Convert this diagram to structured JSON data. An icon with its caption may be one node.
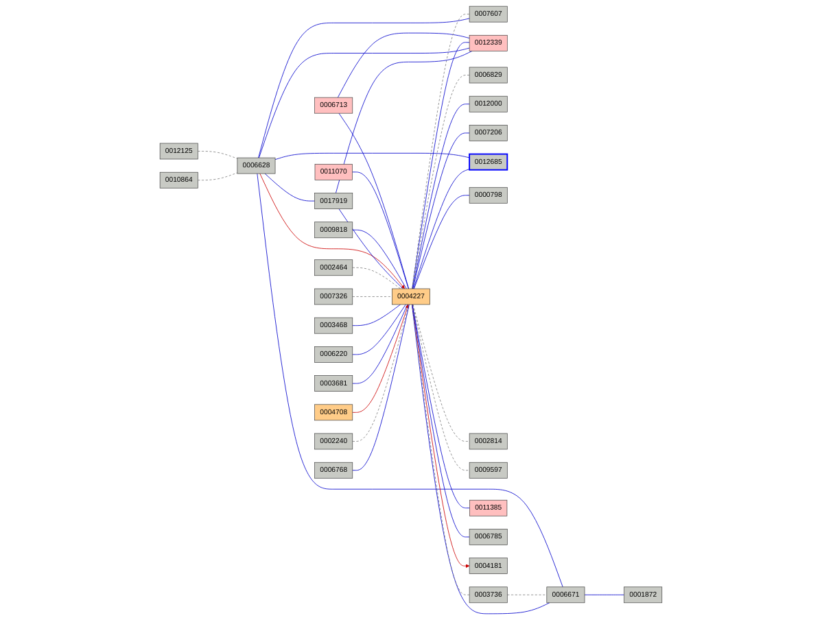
{
  "diagram": {
    "nodes": [
      {
        "text": [
          "0012125"
        ]
      },
      {
        "text": [
          "0006713"
        ]
      },
      {
        "text": [
          "0009818"
        ]
      },
      {
        "text": [
          "0010864"
        ]
      },
      {
        "text": [
          "0011070"
        ]
      },
      {
        "text": [
          "0007607"
        ]
      },
      {
        "text": [
          "0006628"
        ]
      },
      {
        "text": [
          "0002464"
        ]
      },
      {
        "text": [
          "0012339"
        ]
      },
      {
        "text": [
          "0006829"
        ]
      },
      {
        "text": [
          "0007326"
        ]
      },
      {
        "text": [
          "0017919"
        ]
      },
      {
        "text": [
          "0012000"
        ]
      },
      {
        "text": [
          "0007206"
        ]
      },
      {
        "text": [
          "0004227"
        ]
      },
      {
        "text": [
          "0003468"
        ]
      },
      {
        "text": [
          "0012685"
        ]
      },
      {
        "text": [
          "0006671"
        ]
      },
      {
        "text": [
          "0001872"
        ]
      },
      {
        "text": [
          "0000798"
        ]
      },
      {
        "text": [
          "0006220"
        ]
      },
      {
        "text": [
          "0002814"
        ]
      },
      {
        "text": [
          "0009597"
        ]
      },
      {
        "text": [
          "0003736"
        ]
      },
      {
        "text": [
          "0011385"
        ]
      },
      {
        "text": [
          "0006785"
        ]
      },
      {
        "text": [
          "0003681"
        ]
      },
      {
        "text": [
          "0004708"
        ]
      },
      {
        "text": [
          "0004181"
        ]
      },
      {
        "text": [
          "0006768"
        ]
      },
      {
        "text": [
          "0002240"
        ]
      }
    ],
    "edges": [
      {
        "from": 0,
        "to": 6,
        "arrow": "none",
        "style": "dashed",
        "color": "#808080"
      },
      {
        "from": 3,
        "to": 6,
        "arrow": "none",
        "style": "dashed",
        "color": "#808080"
      },
      {
        "from": 1,
        "to": 8,
        "arrow": "none"
      },
      {
        "from": 1,
        "to": 14,
        "arrow": "none"
      },
      {
        "from": 8,
        "to": 14,
        "arrow": "none"
      },
      {
        "from": 4,
        "to": 14,
        "arrow": "none"
      },
      {
        "from": 5,
        "to": 6,
        "arrow": "none"
      },
      {
        "from": 5,
        "to": 14,
        "arrow": "none",
        "style": "dashed",
        "color": "#808080"
      },
      {
        "from": 2,
        "to": 14,
        "arrow": "none"
      },
      {
        "from": 8,
        "to": 6,
        "arrow": "none"
      },
      {
        "from": 8,
        "to": 11,
        "arrow": "none"
      },
      {
        "from": 6,
        "to": 11,
        "arrow": "none"
      },
      {
        "from": 6,
        "to": 14,
        "arrow": "to",
        "color": "#cc0000"
      },
      {
        "from": 6,
        "to": 17,
        "arrow": "none"
      },
      {
        "from": 6,
        "to": 16,
        "arrow": "none"
      },
      {
        "from": 12,
        "to": 14,
        "arrow": "none"
      },
      {
        "from": 11,
        "to": 14,
        "arrow": "none"
      },
      {
        "from": 16,
        "to": 14,
        "arrow": "none"
      },
      {
        "from": 7,
        "to": 14,
        "arrow": "none",
        "style": "dashed",
        "color": "#808080"
      },
      {
        "from": 9,
        "to": 14,
        "arrow": "none",
        "style": "dashed",
        "color": "#808080"
      },
      {
        "from": 10,
        "to": 14,
        "arrow": "none",
        "style": "dashed",
        "color": "#808080"
      },
      {
        "from": 13,
        "to": 14,
        "arrow": "none"
      },
      {
        "from": 15,
        "to": 14,
        "arrow": "none"
      },
      {
        "from": 19,
        "to": 14,
        "arrow": "none"
      },
      {
        "from": 20,
        "to": 14,
        "arrow": "none"
      },
      {
        "from": 22,
        "to": 14,
        "arrow": "none",
        "style": "dashed",
        "color": "#808080"
      },
      {
        "from": 26,
        "to": 14,
        "arrow": "none"
      },
      {
        "from": 24,
        "to": 14,
        "arrow": "none"
      },
      {
        "from": 14,
        "to": 28,
        "arrow": "to",
        "color": "#cc0000"
      },
      {
        "from": 27,
        "to": 14,
        "arrow": "to",
        "color": "#cc0000"
      },
      {
        "from": 30,
        "to": 14,
        "arrow": "none",
        "style": "dashed",
        "color": "#808080"
      },
      {
        "from": 21,
        "to": 14,
        "arrow": "none",
        "style": "dashed",
        "color": "#808080"
      },
      {
        "from": 17,
        "to": 14,
        "arrow": "none"
      },
      {
        "from": 17,
        "to": 18,
        "arrow": "none"
      },
      {
        "from": 25,
        "to": 14,
        "arrow": "none"
      },
      {
        "from": 29,
        "to": 14,
        "arrow": "none"
      },
      {
        "from": 23,
        "to": 14,
        "arrow": "none",
        "style": "dashed",
        "color": "#808080"
      },
      {
        "from": 23,
        "to": 17,
        "arrow": "none",
        "style": "dashed",
        "color": "#808080"
      }
    ]
  }
}
